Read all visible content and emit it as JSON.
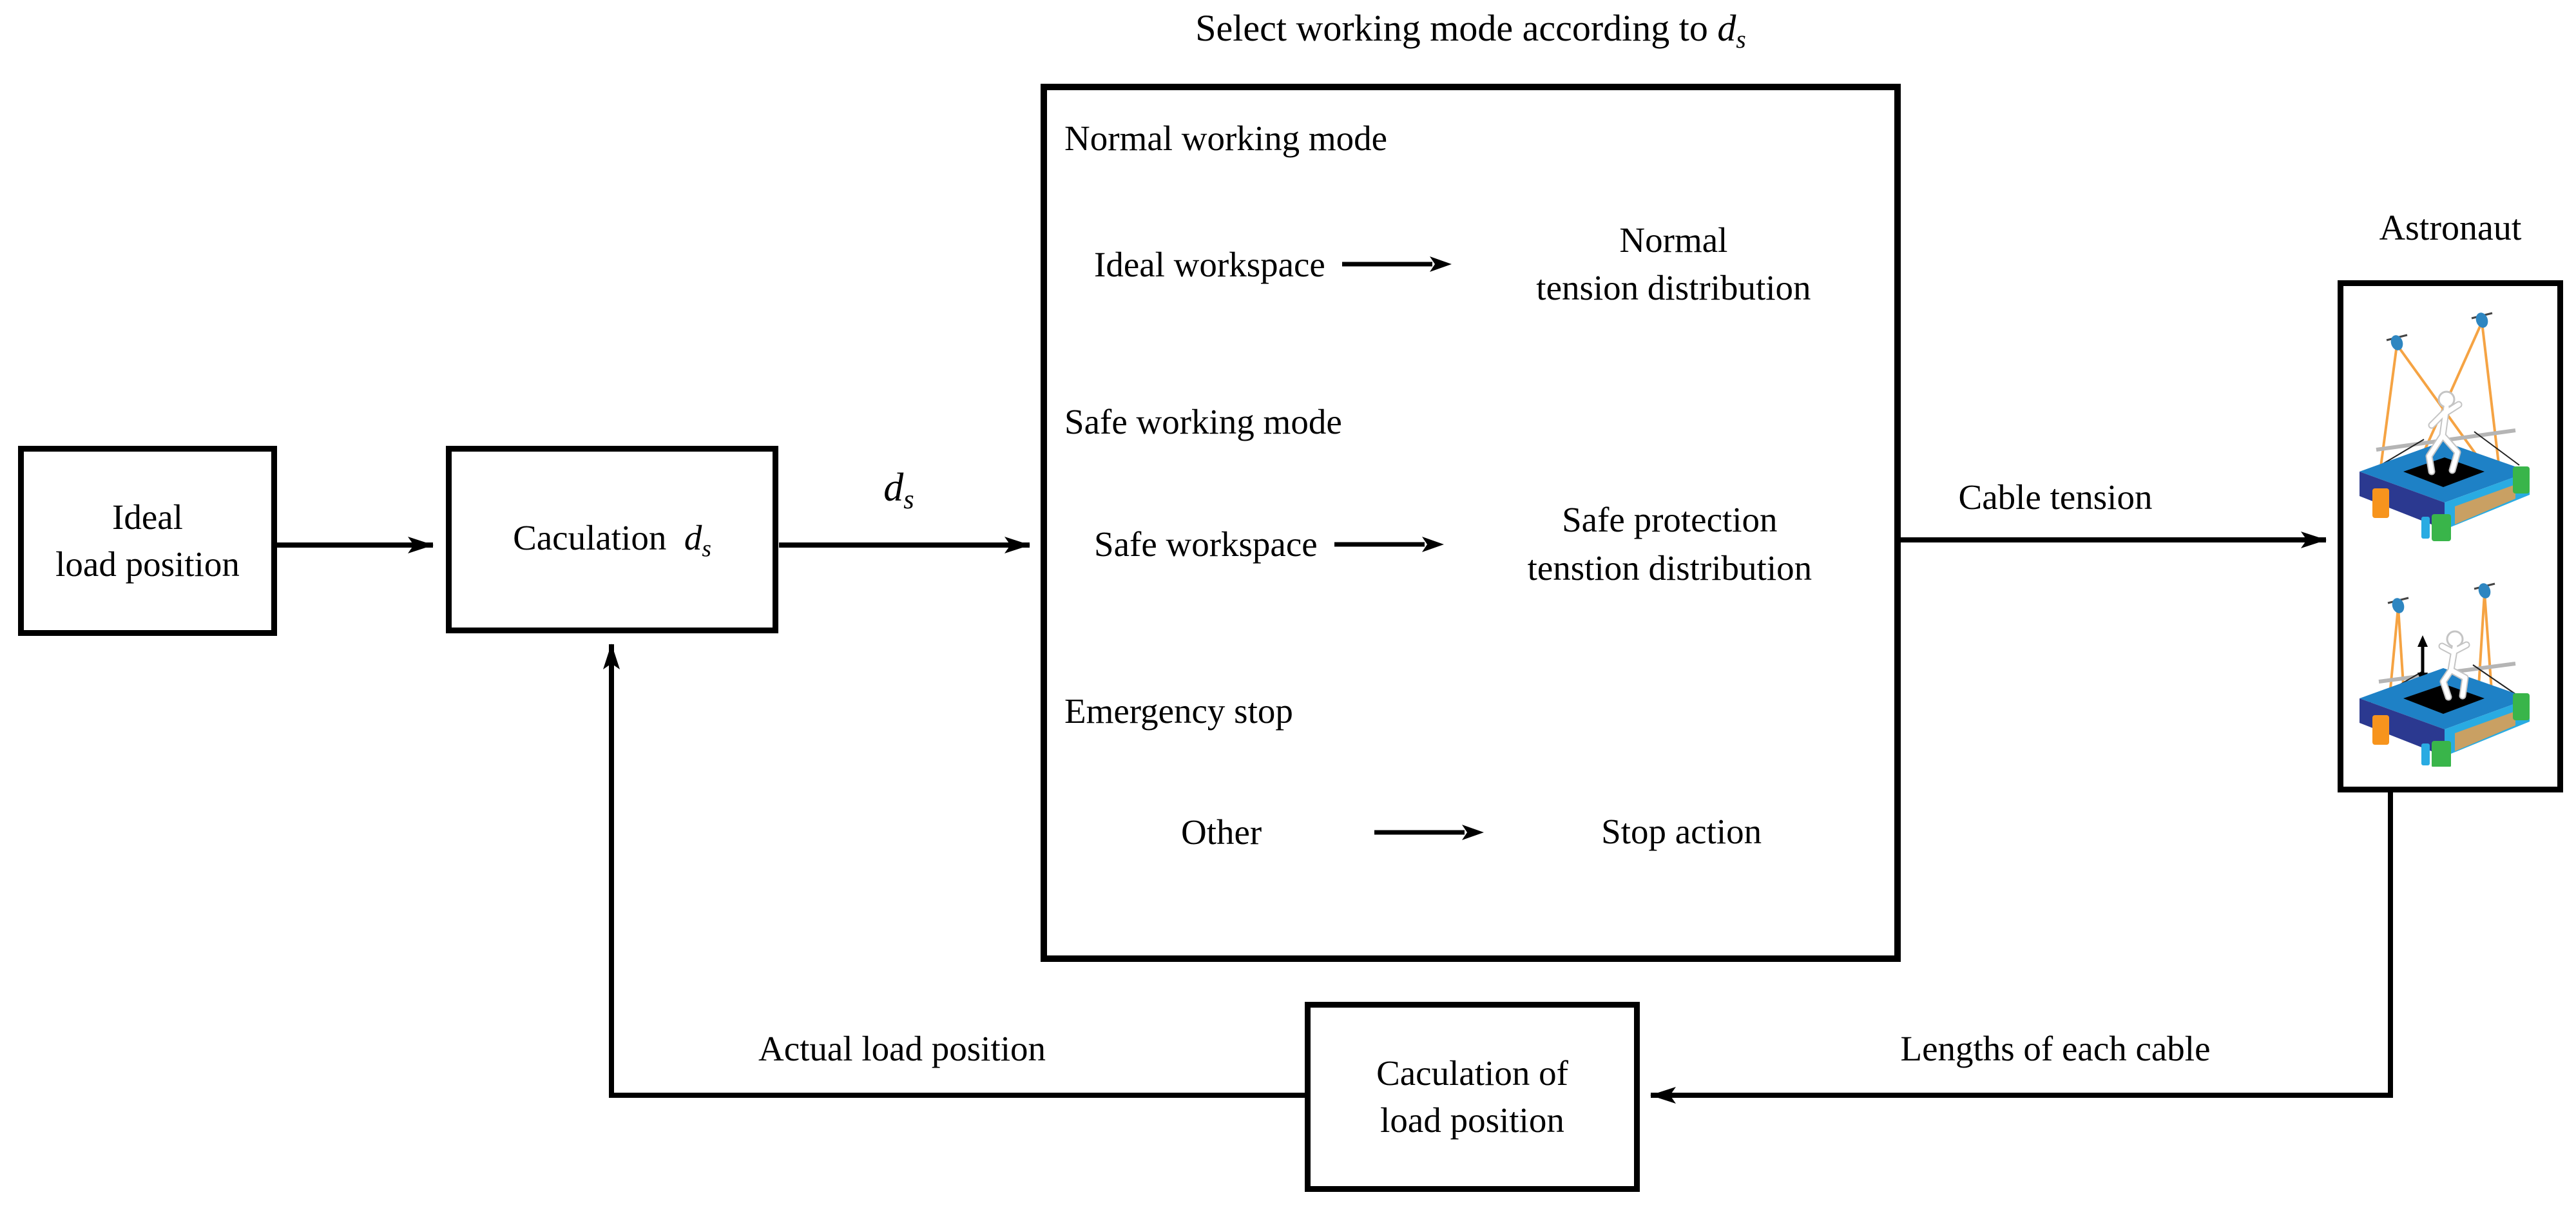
{
  "figure": {
    "title": {
      "text": "Select working mode according to",
      "var": "d",
      "sub": "s"
    },
    "nodes": {
      "ideal_load": {
        "line1": "Ideal",
        "line2": "load position"
      },
      "calc_ds": {
        "text": "Caculation",
        "var": "d",
        "sub": "s"
      },
      "calc_load": {
        "line1": "Caculation of",
        "line2": "load position"
      },
      "astronaut_label": "Astronaut"
    },
    "modes": [
      {
        "label": "Normal working mode",
        "left": "Ideal workspace",
        "right1": "Normal",
        "right2": "tension distribution"
      },
      {
        "label": "Safe working mode",
        "left": "Safe workspace",
        "right1": "Safe protection",
        "right2": "tenstion distribution"
      },
      {
        "label": "Emergency stop",
        "left": "Other",
        "right1": "Stop action",
        "right2": ""
      }
    ],
    "edge_labels": {
      "ds_var": "d",
      "ds_sub": "s",
      "cable_tension": "Cable tension",
      "lengths_cable": "Lengths of each cable",
      "actual_load": "Actual load position"
    },
    "illustration_colors": {
      "platform_blue": "#1e81c6",
      "navy": "#2b3990",
      "cyan": "#29abe2",
      "tan": "#c9a063",
      "green": "#39b54a",
      "orange_block": "#f7941d",
      "cable_orange": "#f5a343",
      "pulley_blue": "#2e86c1",
      "bar_gray": "#b5b5b5"
    }
  }
}
